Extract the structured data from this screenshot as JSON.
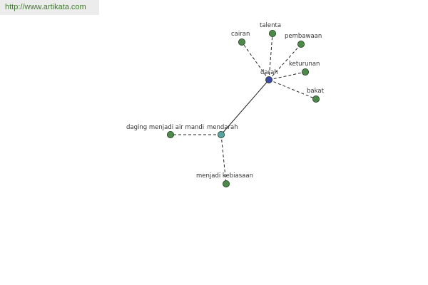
{
  "watermark": "http://www.artikata.com",
  "colors": {
    "center_node": "#3d48a8",
    "hub_node": "#5aa3a3",
    "leaf_node": "#4d8a4a",
    "node_stroke": "#1e3a1e",
    "edge": "#222222"
  },
  "nodes": [
    {
      "id": "darah",
      "label": "darah",
      "role": "center"
    },
    {
      "id": "mendarah",
      "label": "mendarah",
      "role": "hub"
    },
    {
      "id": "cairan",
      "label": "cairan",
      "role": "leaf"
    },
    {
      "id": "talenta",
      "label": "talenta",
      "role": "leaf"
    },
    {
      "id": "pembawaan",
      "label": "pembawaan",
      "role": "leaf"
    },
    {
      "id": "keturunan",
      "label": "keturunan",
      "role": "leaf"
    },
    {
      "id": "bakat",
      "label": "bakat",
      "role": "leaf"
    },
    {
      "id": "daging",
      "label": "daging  menjadi air mandi",
      "role": "leaf"
    },
    {
      "id": "kebiasaan",
      "label": "menjadi kebiasaan",
      "role": "leaf"
    }
  ],
  "edges": [
    {
      "from": "darah",
      "to": "mendarah",
      "style": "solid"
    },
    {
      "from": "darah",
      "to": "cairan",
      "style": "dashed"
    },
    {
      "from": "darah",
      "to": "talenta",
      "style": "dashed"
    },
    {
      "from": "darah",
      "to": "pembawaan",
      "style": "dashed"
    },
    {
      "from": "darah",
      "to": "keturunan",
      "style": "dashed"
    },
    {
      "from": "darah",
      "to": "bakat",
      "style": "dashed"
    },
    {
      "from": "mendarah",
      "to": "daging",
      "style": "dashed"
    },
    {
      "from": "mendarah",
      "to": "kebiasaan",
      "style": "dashed"
    }
  ]
}
